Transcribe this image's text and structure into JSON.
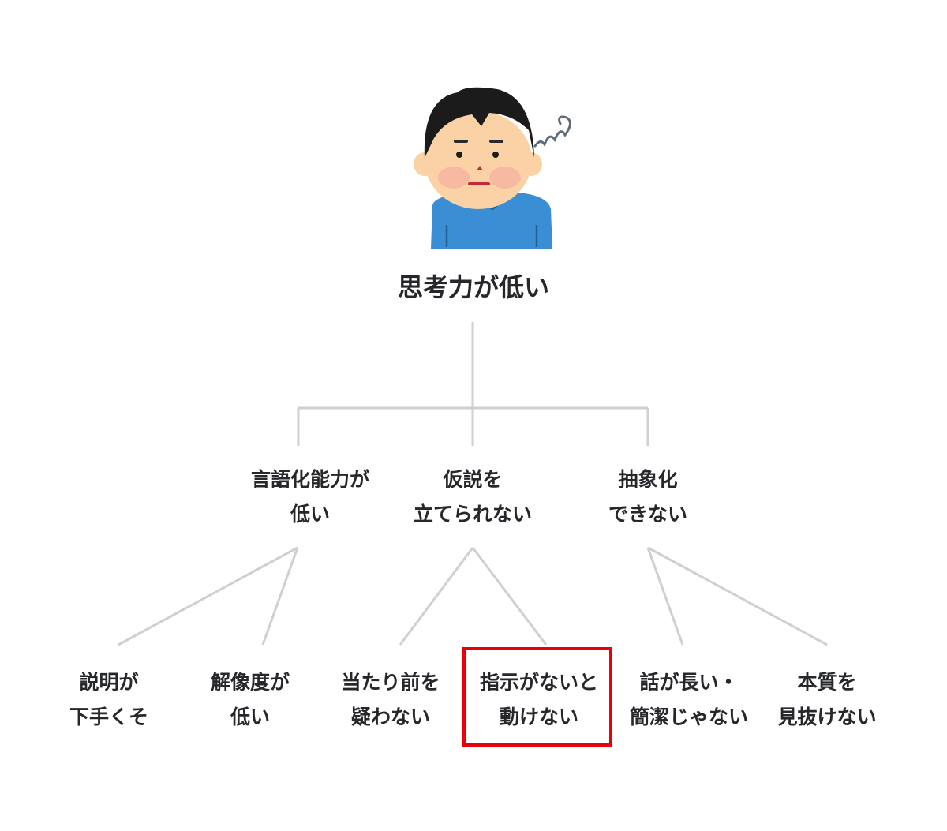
{
  "root": {
    "text": "思考力が低い",
    "icon": "troubled-person-illustration"
  },
  "level2": [
    {
      "line1": "言語化能力が",
      "line2": "低い"
    },
    {
      "line1": "仮説を",
      "line2": "立てられない"
    },
    {
      "line1": "抽象化",
      "line2": "できない"
    }
  ],
  "level3": [
    {
      "line1": "説明が",
      "line2": "下手くそ",
      "parent": 0
    },
    {
      "line1": "解像度が",
      "line2": "低い",
      "parent": 0
    },
    {
      "line1": "当たり前を",
      "line2": "疑わない",
      "parent": 1
    },
    {
      "line1": "指示がないと",
      "line2": "動けない",
      "parent": 1,
      "highlighted": true
    },
    {
      "line1": "話が長い・",
      "line2": "簡潔じゃない",
      "parent": 2
    },
    {
      "line1": "本質を",
      "line2": "見抜けない",
      "parent": 2
    }
  ],
  "colors": {
    "line": "#cfcfd4",
    "text": "#26272b",
    "highlight": "#e8000b"
  }
}
